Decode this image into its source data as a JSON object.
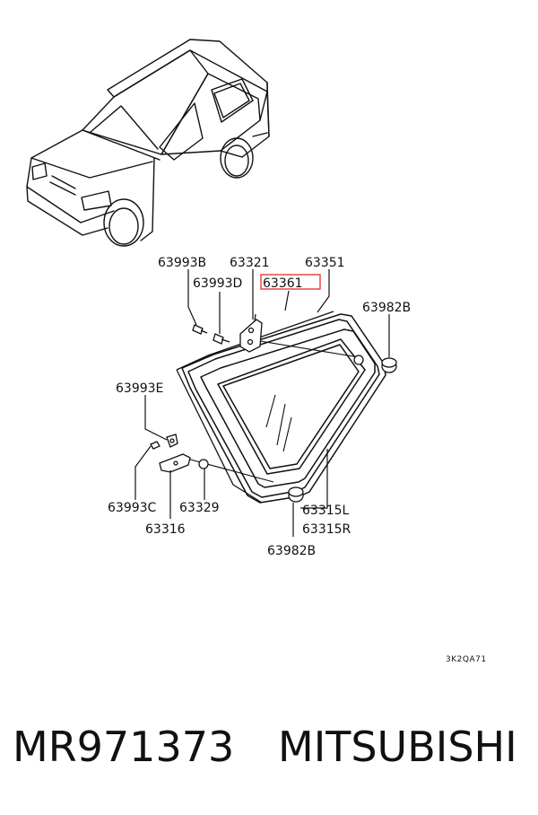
{
  "diagram": {
    "labels": {
      "c63993B": "63993B",
      "c63321": "63321",
      "c63351": "63351",
      "c63993D": "63993D",
      "c63361": "63361",
      "c63982B_top": "63982B",
      "c63993E": "63993E",
      "c63993C": "63993C",
      "c63329": "63329",
      "c63316": "63316",
      "c63315L": "63315L",
      "c63315R": "63315R",
      "c63982B_bottom": "63982B"
    },
    "code": "3K2QA71",
    "highlight_color": "#e63a3a"
  },
  "footer": {
    "part_number": "MR971373",
    "brand": "MITSUBISHI"
  }
}
